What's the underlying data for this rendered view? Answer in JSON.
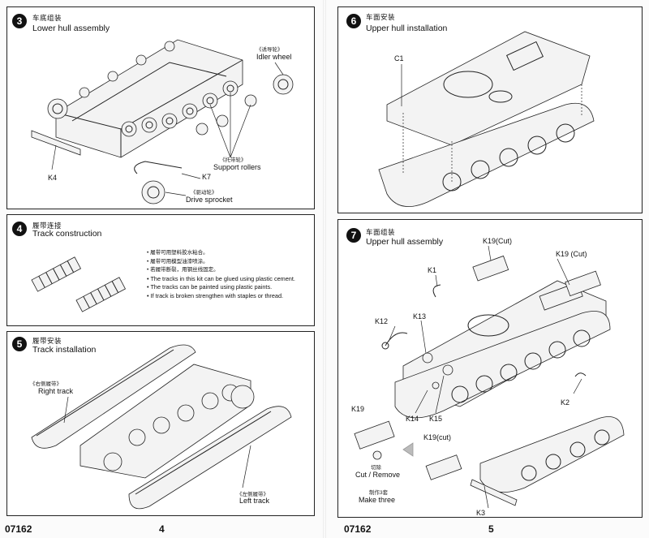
{
  "left_page": {
    "step3": {
      "number": "3",
      "title_cn": "车底组装",
      "title_en": "Lower hull assembly"
    },
    "step3_labels": {
      "idler_cn": "《诱导轮》",
      "idler_en": "Idler wheel",
      "support_cn": "《托带轮》",
      "support_en": "Support rollers",
      "sprocket_cn": "《驱动轮》",
      "sprocket_en": "Drive sprocket",
      "k4": "K4",
      "k7": "K7"
    },
    "step4": {
      "number": "4",
      "title_cn": "履带连接",
      "title_en": "Track construction"
    },
    "step4_notes": [
      {
        "cn": "• 履带可用塑料胶水粘合。",
        "en": "• The tracks in this kit can be glued using plastic cement."
      },
      {
        "cn": "• 履带可用模型油漆喷涂。",
        "en": "• The tracks can be painted using plastic paints."
      },
      {
        "cn": "• 若履带断裂，用钢丝线固定。",
        "en": "• If track is broken strengthen with staples or thread."
      }
    ],
    "step5": {
      "number": "5",
      "title_cn": "履带安装",
      "title_en": "Track installation"
    },
    "step5_labels": {
      "right_cn": "《右侧履带》",
      "right_en": "Right track",
      "left_cn": "《左侧履带》",
      "left_en": "Left track"
    },
    "footer": {
      "code": "07162",
      "page": "4"
    }
  },
  "right_page": {
    "step6": {
      "number": "6",
      "title_cn": "车面安装",
      "title_en": "Upper hull installation"
    },
    "step6_labels": {
      "c1": "C1"
    },
    "step7": {
      "number": "7",
      "title_cn": "车面组装",
      "title_en": "Upper hull assembly"
    },
    "step7_labels": {
      "k19cut_a": "K19(Cut)",
      "k19cut_b": "K19 (Cut)",
      "k1": "K1",
      "k12": "K12",
      "k13": "K13",
      "k14": "K14",
      "k15": "K15",
      "k2": "K2",
      "k19": "K19",
      "k19cut_c": "K19(cut)",
      "k3": "K3",
      "cut_cn": "切除",
      "cut_en": "Cut / Remove",
      "make_cn": "制作3套",
      "make_en": "Make three"
    },
    "footer": {
      "code": "07162",
      "page": "5"
    }
  }
}
